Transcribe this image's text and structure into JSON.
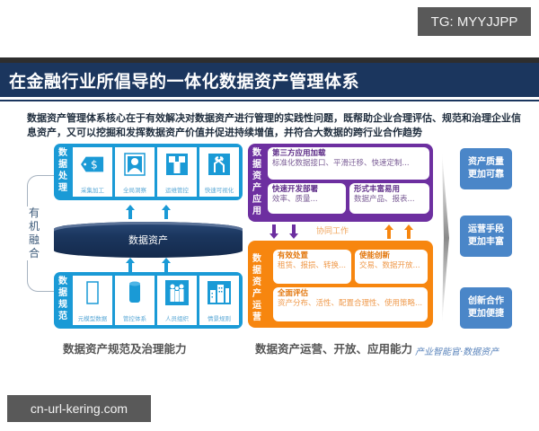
{
  "overlay": {
    "tg_badge": "TG: MYYJJPP",
    "url_badge": "cn-url-kering.com",
    "watermark": "产业智能官·数据资产"
  },
  "slide": {
    "title": "在金融行业所倡导的一体化数据资产管理体系",
    "intro": "数据资产管理体系核心在于有效解决对数据资产进行管理的实践性问题，既帮助企业合理评估、规范和治理企业信息资产，又可以挖掘和发挥数据资产价值并促进持续增值，并符合大数据的跨行业合作趋势"
  },
  "left": {
    "merge_label": "有机融合",
    "processing": {
      "label": "数据处理",
      "tiles": [
        {
          "label": "采集加工",
          "icon": "price-tag-icon"
        },
        {
          "label": "全局洞察",
          "icon": "person-portrait-icon"
        },
        {
          "label": "运维管控",
          "icon": "cubes-icon"
        },
        {
          "label": "快速可视化",
          "icon": "transfer-arrows-icon"
        }
      ]
    },
    "core": "数据资产",
    "standards": {
      "label": "数据规范",
      "tiles": [
        {
          "label": "元模型数据",
          "icon": "document-icon"
        },
        {
          "label": "管控体系",
          "icon": "cylinder-icon"
        },
        {
          "label": "人员组织",
          "icon": "people-icon"
        },
        {
          "label": "情景规则",
          "icon": "buildings-icon"
        }
      ]
    },
    "caption": "数据资产规范及治理能力"
  },
  "middle": {
    "application": {
      "label": "数据资产应用",
      "cards": [
        {
          "title": "第三方应用加载",
          "desc": "标准化数据接口、平滑迁移、快速定制..."
        },
        {
          "title": "快速开发部署",
          "desc": "效率、质量..."
        },
        {
          "title": "形式丰富易用",
          "desc": "数据产品、报表..."
        }
      ]
    },
    "collab": "协同工作",
    "operation": {
      "label": "数据资产运营",
      "cards": [
        {
          "title": "有效处置",
          "desc": "租赁、报损、转换..."
        },
        {
          "title": "使能创新",
          "desc": "交易、数据开放..."
        },
        {
          "title": "全面评估",
          "desc": "资产分布、活性、配置合理性、使用策略..."
        }
      ]
    },
    "caption": "数据资产运营、开放、应用能力"
  },
  "right": {
    "results": [
      {
        "line1": "资产质量",
        "line2": "更加可靠"
      },
      {
        "line1": "运营手段",
        "line2": "更加丰富"
      },
      {
        "line1": "创新合作",
        "line2": "更加便捷"
      }
    ]
  },
  "colors": {
    "title_bg": "#1b365e",
    "blue": "#1a9ad6",
    "purple": "#6d2fa0",
    "orange": "#f7860f",
    "result_blue": "#4a86c8"
  }
}
